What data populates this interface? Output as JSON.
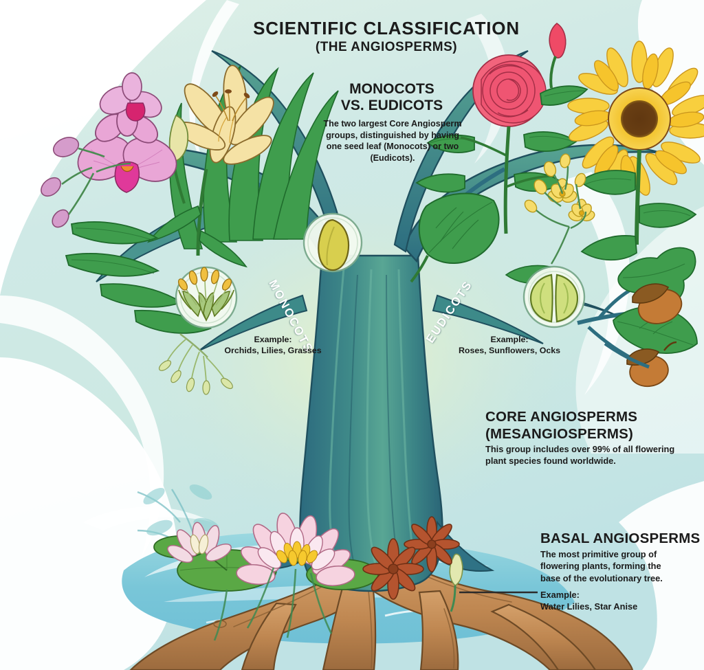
{
  "header": {
    "title": "SCIENTIFIC CLASSIFICATION",
    "subtitle": "(THE ANGIOSPERMS)"
  },
  "monocots_vs_eudicots": {
    "title": "MONOCOTS\nVS. EUDICOTS",
    "title_line1": "MONOCOTS",
    "title_line2": "VS. EUDICOTS",
    "body": "The two largest Core Angiosperm groups, distinguished by having one seed leaf (Monocots) or two (Eudicots)."
  },
  "branches": {
    "left": {
      "label": "MONOCOTS",
      "example": "Example:\nOrchids, Lilies,\nGrasses",
      "example_heading": "Example:",
      "example_items": "Orchids, Lilies, Grasses",
      "seed_icon": "one-cotyledon-seed-icon",
      "flower_icon": "grass-flower-icon"
    },
    "right": {
      "label": "EUDICOTS",
      "example": "Example:\nRoses, Sunflowers,\nOcks",
      "example_heading": "Example:",
      "example_items": "Roses, Sunflowers, Ocks",
      "seed_icon": "two-cotyledon-seed-icon",
      "fruit_icon": "acorn-icon"
    }
  },
  "core_angiosperms": {
    "title_line1": "CORE ANGIOSPERMS",
    "title_line2": "(MESANGIOSPERMS)",
    "body": "This group includes over 99% of all flowering plant species found worldwide."
  },
  "basal_angiosperms": {
    "title": "BASAL ANGIOSPERMS",
    "body": "The most primitive group of flowering plants, forming the base of the evolutionary tree.",
    "example": "Example:\nWater Lilies,\nStar Anise",
    "example_heading": "Example:",
    "example_items": "Water Lilies, Star Anise"
  },
  "illustration": {
    "plants_left": [
      "orchid",
      "lily",
      "grass-blades"
    ],
    "plants_right": [
      "rose",
      "sunflower",
      "yellow-mustard-flowers",
      "oak-leaf",
      "acorn"
    ],
    "water_plants": [
      "water-lily",
      "lily-pad",
      "star-anise"
    ],
    "tree_parts": [
      "trunk",
      "monocot-branch",
      "eudicot-branch",
      "roots"
    ]
  },
  "colors": {
    "background_top": "#dceee9",
    "background_teal": "#bfe3e2",
    "water": "#7ec8d8",
    "trunk_dark": "#2e6d80",
    "trunk_light": "#54a08f",
    "leaf_green": "#3f9245",
    "root_brown": "#c08a56",
    "rose_pink": "#ef5a72",
    "sunflower_yellow": "#f5c431",
    "orchid_pink": "#e59fd0",
    "star_anise": "#b5542f",
    "text_dark": "#1b1b1b"
  }
}
